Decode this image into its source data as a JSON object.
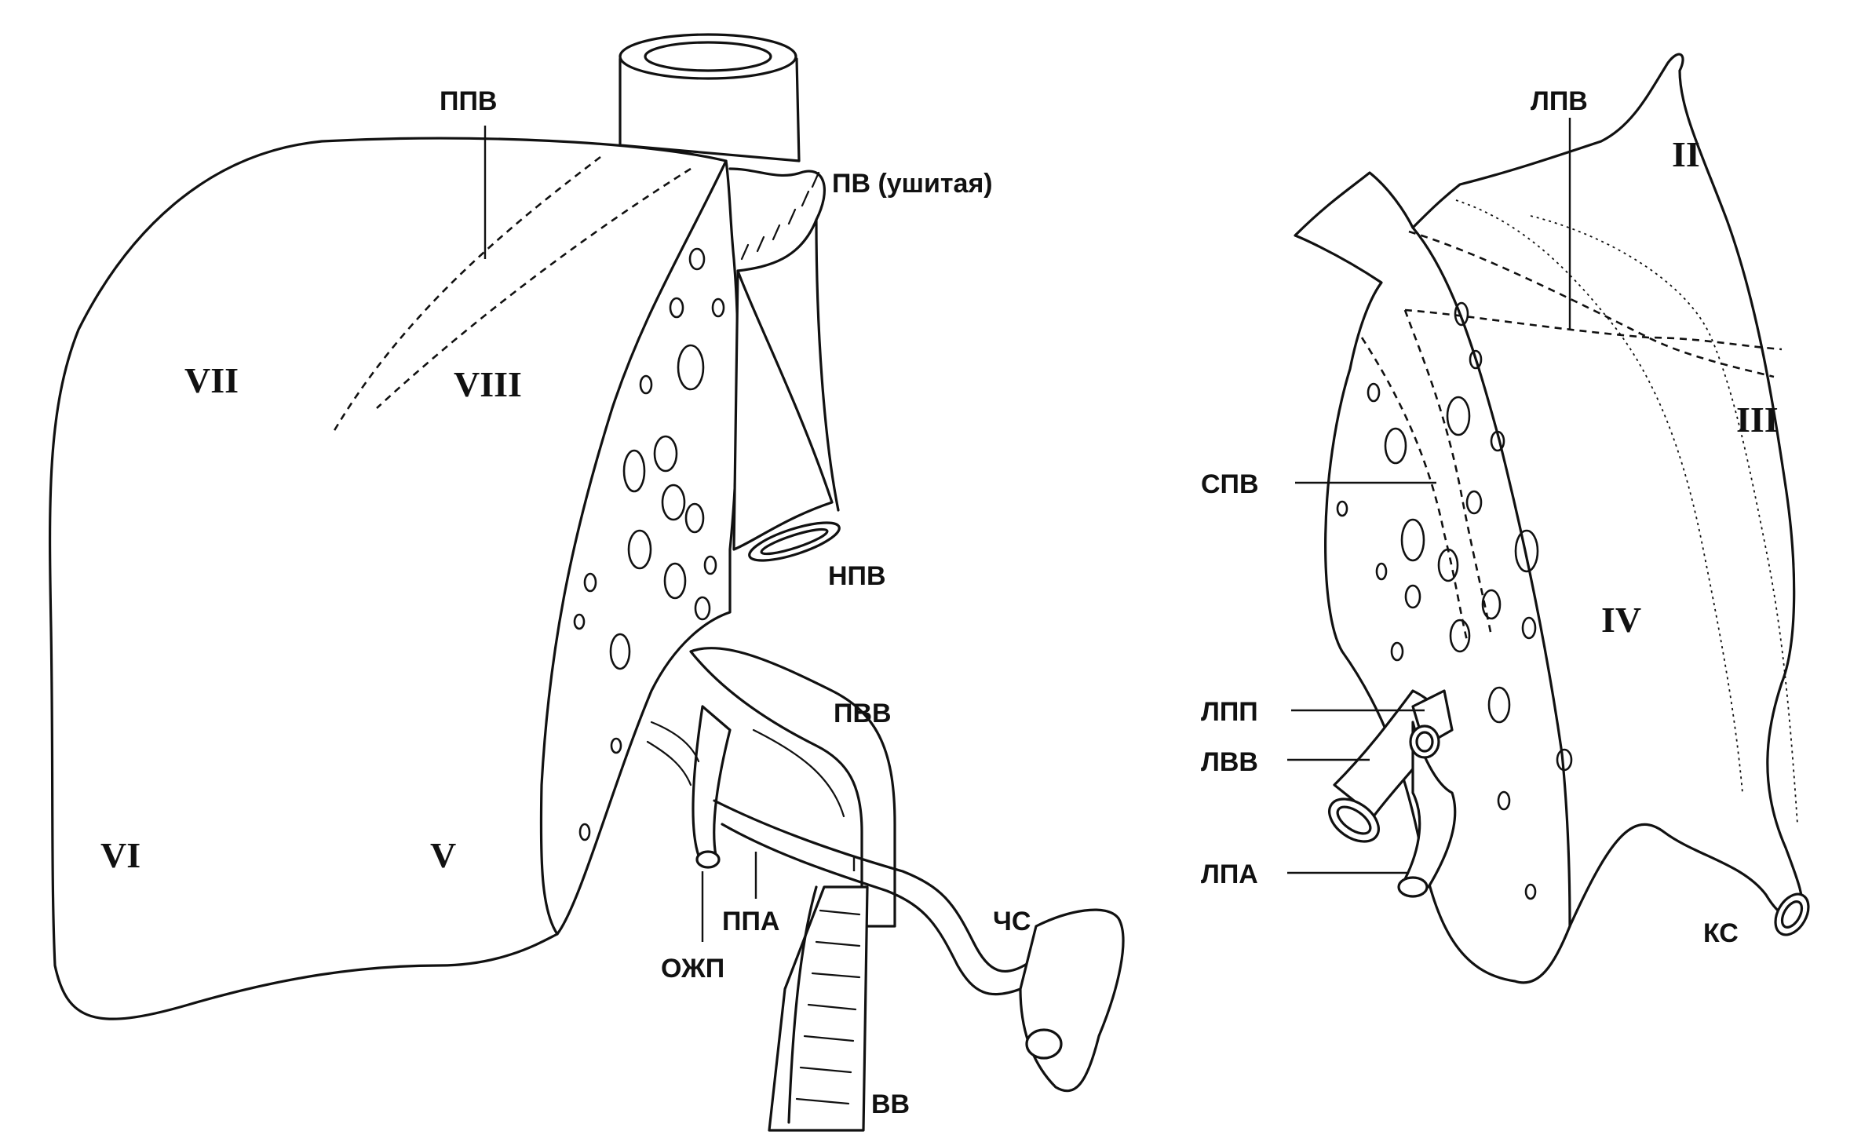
{
  "left_liver": {
    "segments": [
      "VII",
      "VIII",
      "VI",
      "V"
    ],
    "labels": {
      "ppv": "ППВ",
      "pv": "ПВ (ушитая)",
      "npv": "НПВ",
      "pvv": "ПВВ",
      "ppa": "ППА",
      "ozhp": "ОЖП",
      "chs": "ЧС",
      "vv": "ВВ"
    }
  },
  "right_liver": {
    "segments": [
      "II",
      "III",
      "IV"
    ],
    "labels": {
      "lpv": "ЛПВ",
      "spv": "СПВ",
      "lpp": "ЛПП",
      "lvv": "ЛВВ",
      "lpa": "ЛПА",
      "ks": "КС"
    }
  }
}
